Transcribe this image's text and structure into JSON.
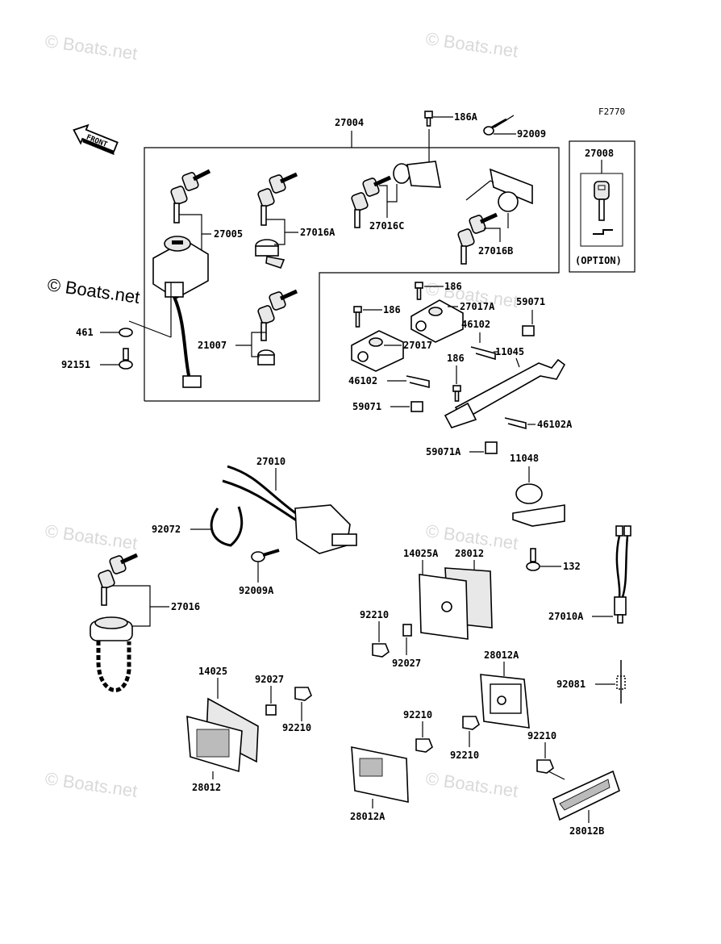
{
  "diagram": {
    "figure_code": "F2770",
    "front_label": "FRONT",
    "option_label": "(OPTION)",
    "watermark": "© Boats.net",
    "parts": {
      "p27004": "27004",
      "p186A": "186A",
      "p92009": "92009",
      "p27008": "27008",
      "p27005": "27005",
      "p27016A": "27016A",
      "p27016C": "27016C",
      "p27016B": "27016B",
      "p461": "461",
      "p92151": "92151",
      "p21007": "21007",
      "p186a": "186",
      "p186b": "186",
      "p186c": "186",
      "p27017A": "27017A",
      "p27017": "27017",
      "p59071a": "59071",
      "p46102a": "46102",
      "p11045": "11045",
      "p46102b": "46102",
      "p59071b": "59071",
      "p46102A": "46102A",
      "p59071A": "59071A",
      "p11048": "11048",
      "p27010": "27010",
      "p92072": "92072",
      "p92009A": "92009A",
      "p132": "132",
      "p27016": "27016",
      "p14025A": "14025A",
      "p28012a": "28012",
      "p92210a": "92210",
      "p92027a": "92027",
      "p27010A": "27010A",
      "p28012A_top": "28012A",
      "p92081": "92081",
      "p14025": "14025",
      "p92027b": "92027",
      "p92210b": "92210",
      "p92210c": "92210",
      "p92210d": "92210",
      "p92210e": "92210",
      "p28012b": "28012",
      "p28012A_bot": "28012A",
      "p28012B": "28012B"
    }
  }
}
